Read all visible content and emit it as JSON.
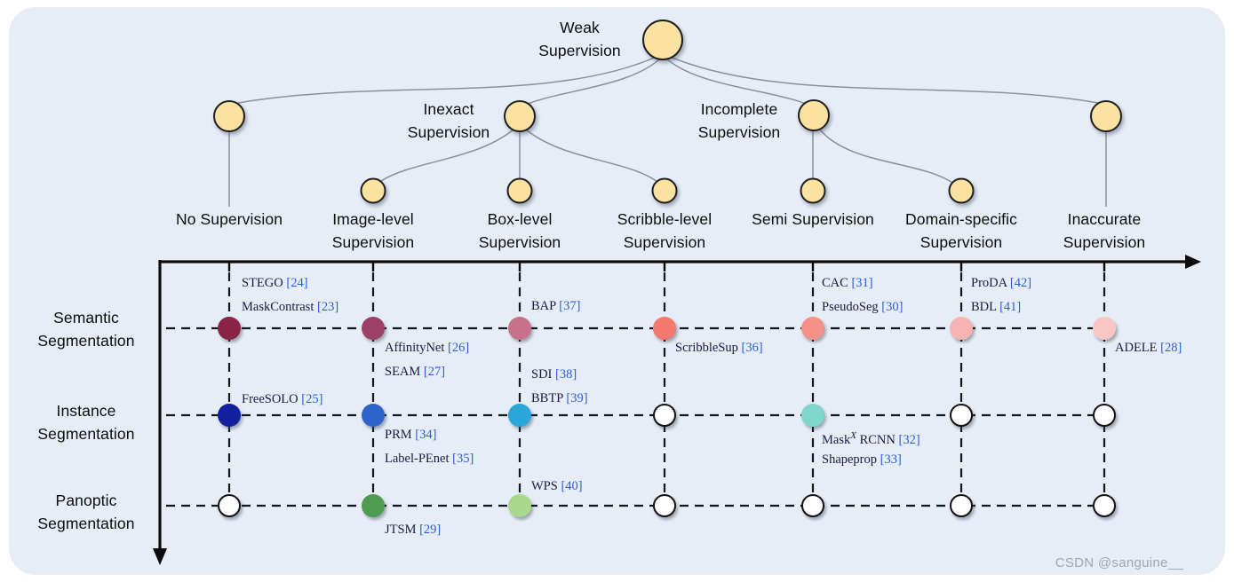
{
  "tree": {
    "root": {
      "label": "Weak Supervision"
    },
    "inexact": {
      "label": "Inexact Supervision"
    },
    "incomplete": {
      "label": "Incomplete Supervision"
    }
  },
  "columns": [
    {
      "label": "No Supervision"
    },
    {
      "label": "Image-level Supervision"
    },
    {
      "label": "Box-level Supervision"
    },
    {
      "label": "Scribble-level Supervision"
    },
    {
      "label": "Semi Supervision"
    },
    {
      "label": "Domain-specific Supervision"
    },
    {
      "label": "Inaccurate Supervision"
    }
  ],
  "rows": [
    {
      "label": "Semantic Segmentation"
    },
    {
      "label": "Instance Segmentation"
    },
    {
      "label": "Panoptic Segmentation"
    }
  ],
  "dot_colors": {
    "semantic": [
      "#8b2346",
      "#9d4068",
      "#c9708c",
      "#f3786e",
      "#f49189",
      "#f7b3b1",
      "#f9c6c4"
    ],
    "instance": [
      "#12209f",
      "#2e63c9",
      "#2aa6da",
      "#ffffff",
      "#7ed6cd",
      "#ffffff",
      "#ffffff"
    ],
    "panoptic": [
      "#ffffff",
      "#4e9b51",
      "#a9d88d",
      "#ffffff",
      "#ffffff",
      "#ffffff",
      "#ffffff"
    ]
  },
  "methods": {
    "stego": {
      "name": "STEGO",
      "ref": "[24]"
    },
    "maskcontrast": {
      "name": "MaskContrast",
      "ref": "[23]"
    },
    "freesolo": {
      "name": "FreeSOLO",
      "ref": "[25]"
    },
    "affinitynet": {
      "name": "AffinityNet",
      "ref": "[26]"
    },
    "seam": {
      "name": "SEAM",
      "ref": "[27]"
    },
    "prm": {
      "name": "PRM",
      "ref": "[34]"
    },
    "labelpenet": {
      "name": "Label-PEnet",
      "ref": "[35]"
    },
    "jtsm": {
      "name": "JTSM",
      "ref": "[29]"
    },
    "bap": {
      "name": "BAP",
      "ref": "[37]"
    },
    "sdi": {
      "name": "SDI",
      "ref": "[38]"
    },
    "bbtp": {
      "name": "BBTP",
      "ref": "[39]"
    },
    "wps": {
      "name": "WPS",
      "ref": "[40]"
    },
    "scribblesup": {
      "name": "ScribbleSup",
      "ref": "[36]"
    },
    "cac": {
      "name": "CAC",
      "ref": "[31]"
    },
    "pseudoseg": {
      "name": "PseudoSeg",
      "ref": "[30]"
    },
    "maskxrcnn": {
      "name": "Mask",
      "sup": "X",
      "name2": "RCNN",
      "ref": "[32]"
    },
    "shapeprop": {
      "name": "Shapeprop",
      "ref": "[33]"
    },
    "proda": {
      "name": "ProDA",
      "ref": "[42]"
    },
    "bdl": {
      "name": "BDL",
      "ref": "[41]"
    },
    "adele": {
      "name": "ADELE",
      "ref": "[28]"
    }
  },
  "watermark": "CSDN @sanguine__"
}
